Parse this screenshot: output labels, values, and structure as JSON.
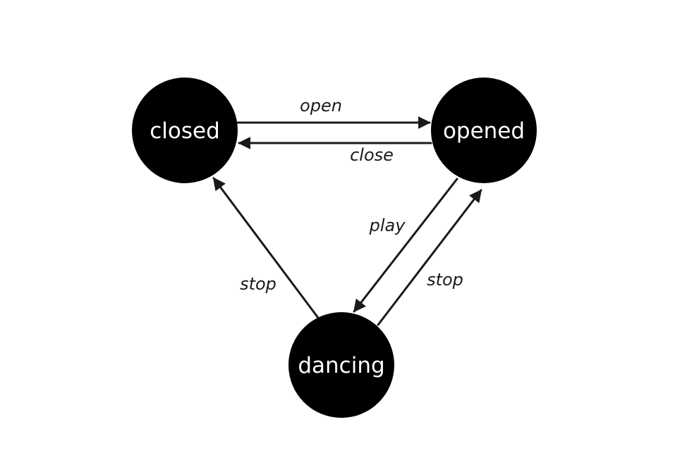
{
  "diagram": {
    "nodes": {
      "closed": {
        "label": "closed"
      },
      "opened": {
        "label": "opened"
      },
      "dancing": {
        "label": "dancing"
      }
    },
    "edges": {
      "open": {
        "label": "open",
        "from": "closed",
        "to": "opened"
      },
      "close": {
        "label": "close",
        "from": "opened",
        "to": "closed"
      },
      "play": {
        "label": "play",
        "from": "opened",
        "to": "dancing"
      },
      "stop_to_opened": {
        "label": "stop",
        "from": "dancing",
        "to": "opened"
      },
      "stop_to_closed": {
        "label": "stop",
        "from": "dancing",
        "to": "closed"
      }
    },
    "colors": {
      "node_fill": "#000000",
      "node_text": "#ffffff",
      "edge": "#1a1a1a",
      "background": "#ffffff"
    }
  }
}
